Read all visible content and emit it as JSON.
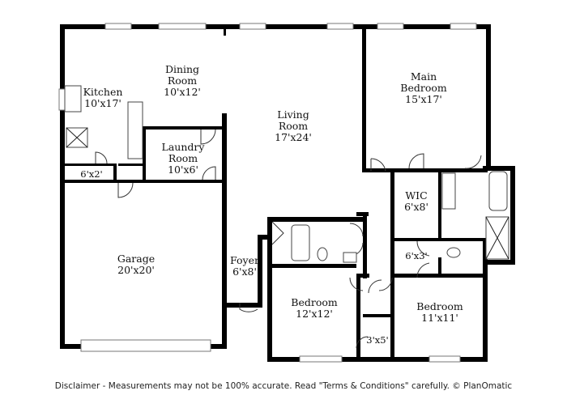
{
  "rooms": {
    "dining": {
      "name_line1": "Dining",
      "name_line2": "Room",
      "dims": "10'x12'"
    },
    "kitchen": {
      "name": "Kitchen",
      "dims": "10'x17'"
    },
    "laundry": {
      "name_line1": "Laundry",
      "name_line2": "Room",
      "dims": "10'x6'"
    },
    "closet_kitchen": {
      "dims": "6'x2'"
    },
    "living": {
      "name_line1": "Living",
      "name_line2": "Room",
      "dims": "17'x24'"
    },
    "main_bedroom": {
      "name_line1": "Main",
      "name_line2": "Bedroom",
      "dims": "15'x17'"
    },
    "wic": {
      "name": "WIC",
      "dims": "6'x8'"
    },
    "closet_hall": {
      "dims": "6'x3'"
    },
    "garage": {
      "name": "Garage",
      "dims": "20'x20'"
    },
    "foyer": {
      "name": "Foyer",
      "dims": "6'x8'"
    },
    "bedroom_2": {
      "name": "Bedroom",
      "dims": "12'x12'"
    },
    "bedroom_3": {
      "name": "Bedroom",
      "dims": "11'x11'"
    },
    "closet_small": {
      "dims": "3'x5'"
    }
  },
  "disclaimer": "Disclaimer - Measurements may not be 100% accurate. Read \"Terms & Conditions\" carefully. © PlanOmatic",
  "colors": {
    "wall": "#000000",
    "background": "#ffffff"
  }
}
